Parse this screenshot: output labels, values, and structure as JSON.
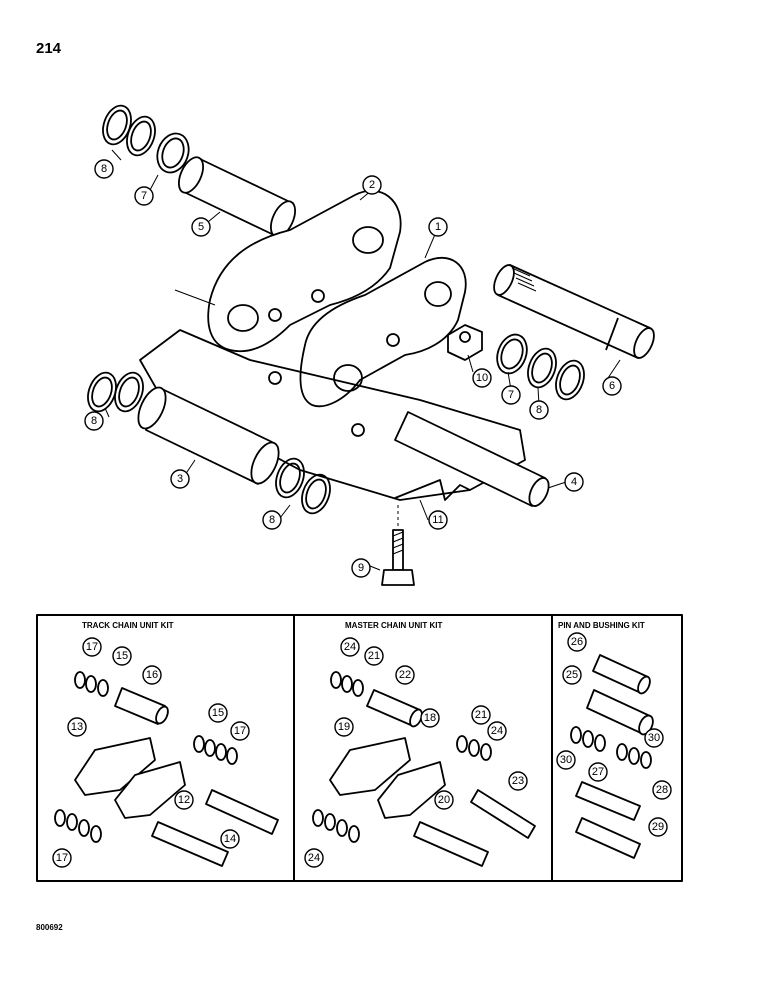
{
  "page": {
    "number": "214",
    "code": "800692"
  },
  "kits": {
    "track_chain": {
      "title": "TRACK CHAIN UNIT KIT"
    },
    "master_chain": {
      "title": "MASTER CHAIN UNIT KIT"
    },
    "pin_bushing": {
      "title": "PIN AND BUSHING KIT"
    }
  },
  "callouts": [
    "1",
    "2",
    "3",
    "4",
    "5",
    "6",
    "7",
    "8",
    "9",
    "10",
    "11",
    "12",
    "13",
    "14",
    "15",
    "16",
    "17",
    "18",
    "19",
    "20",
    "21",
    "22",
    "23",
    "24",
    "25",
    "26",
    "27",
    "28",
    "29",
    "30"
  ]
}
